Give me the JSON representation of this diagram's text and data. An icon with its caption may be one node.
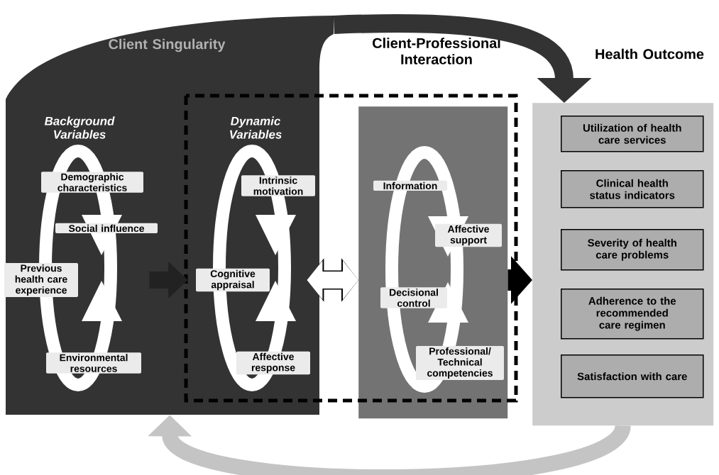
{
  "diagram": {
    "nodes": [
      {
        "text": [
          "Client Singularity"
        ]
      },
      {
        "text": [
          "Background Variables",
          "Demographic characteristics",
          "Social influence",
          "Previous health care experience",
          "Environmental resources"
        ],
        "in": 0
      },
      {
        "text": [
          "Dynamic Variables",
          "Intrinsic motivation",
          "Cognitive appraisal",
          "Affective response"
        ],
        "in": 0
      },
      {
        "text": [
          "Client-Professional Interaction",
          "Information",
          "Affective support",
          "Decisional control",
          "Professional/ Technical competencies"
        ]
      },
      {
        "text": [
          "Health Outcome"
        ]
      },
      {
        "text": [
          "Utilization of health care services"
        ],
        "in": 4
      },
      {
        "text": [
          "Clinical health status indicators"
        ],
        "in": 4
      },
      {
        "text": [
          "Severity of health care problems"
        ],
        "in": 4
      },
      {
        "text": [
          "Adherence to the recommended care regimen"
        ],
        "in": 4
      },
      {
        "text": [
          "Satisfaction with care"
        ],
        "in": 4
      }
    ],
    "edges": [
      {
        "from": 1,
        "to": 2,
        "arrow": "to",
        "color": "#222222"
      },
      {
        "from": 2,
        "to": 3,
        "arrow": "both",
        "color": "#ffffff"
      },
      {
        "from": 3,
        "to": 4,
        "arrow": "to",
        "color": "#000000"
      },
      {
        "from": 0,
        "to": 4,
        "arrow": "to",
        "color": "#333333"
      },
      {
        "from": 4,
        "to": 0,
        "arrow": "to",
        "color": "#c4c4c4"
      }
    ]
  }
}
